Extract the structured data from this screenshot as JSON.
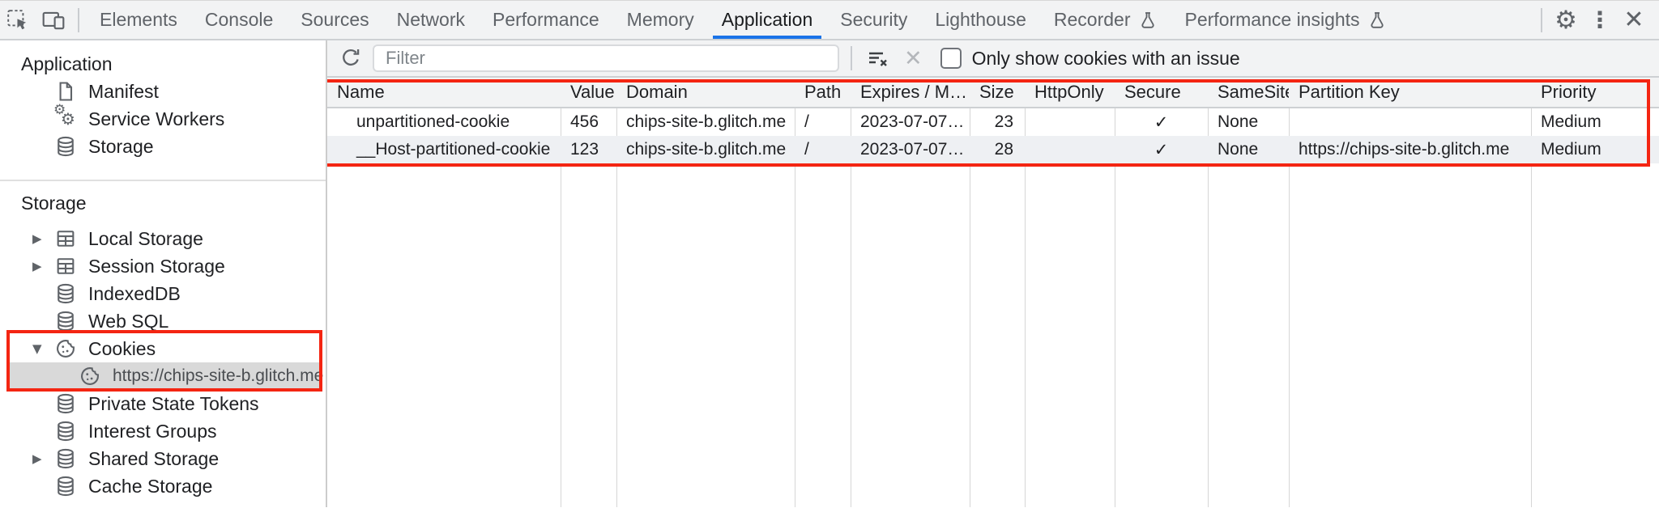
{
  "tabbar": {
    "tabs": [
      {
        "label": "Elements"
      },
      {
        "label": "Console"
      },
      {
        "label": "Sources"
      },
      {
        "label": "Network"
      },
      {
        "label": "Performance"
      },
      {
        "label": "Memory"
      },
      {
        "label": "Application",
        "active": true
      },
      {
        "label": "Security"
      },
      {
        "label": "Lighthouse"
      },
      {
        "label": "Recorder",
        "experimental": true
      },
      {
        "label": "Performance insights",
        "experimental": true
      }
    ]
  },
  "icons": {
    "gear_glyph": "⚙",
    "more_glyph": "⋮",
    "close_glyph": "✕",
    "disabled_clear_glyph": "✕",
    "service_worker_gear_glyph": "⚙"
  },
  "sidebar": {
    "application_section": {
      "title": "Application",
      "items": [
        {
          "label": "Manifest"
        },
        {
          "label": "Service Workers"
        },
        {
          "label": "Storage"
        }
      ]
    },
    "storage_section": {
      "title": "Storage",
      "items": [
        {
          "label": "Local Storage",
          "expander": "▶"
        },
        {
          "label": "Session Storage",
          "expander": "▶"
        },
        {
          "label": "IndexedDB",
          "expander": ""
        },
        {
          "label": "Web SQL",
          "expander": ""
        },
        {
          "label": "Cookies",
          "expander": "▼"
        },
        {
          "label": "https://chips-site-b.glitch.me",
          "selected": true
        },
        {
          "label": "Private State Tokens",
          "expander": ""
        },
        {
          "label": "Interest Groups",
          "expander": ""
        },
        {
          "label": "Shared Storage",
          "expander": "▶"
        },
        {
          "label": "Cache Storage",
          "expander": ""
        }
      ]
    }
  },
  "toolbar": {
    "filter_placeholder": "Filter",
    "filter_value": "",
    "checkbox_checked": false,
    "checkbox_label": "Only show cookies with an issue"
  },
  "table": {
    "columns": [
      "Name",
      "Value",
      "Domain",
      "Path",
      "Expires / M…",
      "Size",
      "HttpOnly",
      "Secure",
      "SameSite",
      "Partition Key",
      "Priority"
    ],
    "rows": [
      {
        "name": "unpartitioned-cookie",
        "value": "456",
        "domain": "chips-site-b.glitch.me",
        "path": "/",
        "expires": "2023-07-07…",
        "size": "23",
        "http_only": "",
        "secure": "✓",
        "same_site": "None",
        "partition_key": "",
        "priority": "Medium"
      },
      {
        "name": "__Host-partitioned-cookie",
        "value": "123",
        "domain": "chips-site-b.glitch.me",
        "path": "/",
        "expires": "2023-07-07…",
        "size": "28",
        "http_only": "",
        "secure": "✓",
        "same_site": "None",
        "partition_key": "https://chips-site-b.glitch.me",
        "priority": "Medium"
      }
    ]
  },
  "colors": {
    "accent_blue": "#1a73e8",
    "annotation_red": "#f42512",
    "selection_gray": "#d9d9d9",
    "icon_gray": "#5f6368"
  }
}
